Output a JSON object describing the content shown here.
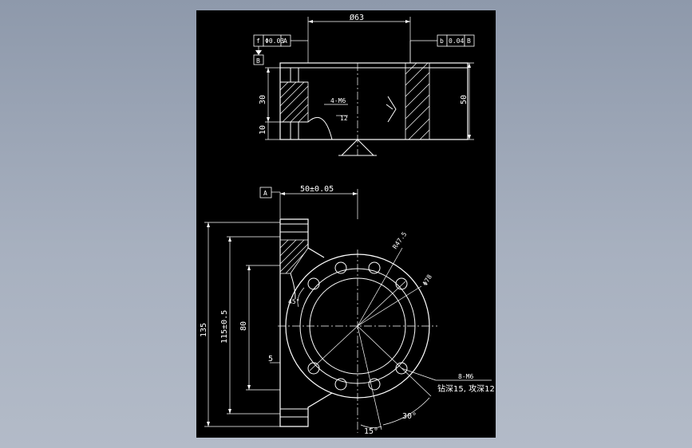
{
  "colors": {
    "background": "#9aa3b4",
    "sheet": "#000000",
    "line": "#ffffff"
  },
  "top_view": {
    "dim_diameter": "Ø63",
    "dim_height_right": "50",
    "dim_30": "30",
    "dim_10": "10",
    "thread_callout": "4-M6",
    "thread_depth": "12",
    "fcf_left": {
      "symbol": "f",
      "tolerance": "Φ0.03",
      "datum": "A"
    },
    "datum_b": "B",
    "fcf_right": {
      "symbol": "b",
      "tolerance": "0.04",
      "datum": "B"
    }
  },
  "front_view": {
    "datum_a": "A",
    "dim_offset": "50±0.05",
    "dim_135": "135",
    "dim_115": "115±0.5",
    "dim_80": "80",
    "dim_5": "5",
    "dim_r": "R47.5",
    "dim_dia": "Φ78",
    "angle_45": "45°",
    "angle_15": "15°",
    "angle_30": "30°",
    "hole_callout": "8-M6",
    "hole_note": "钻深15, 攻深12"
  }
}
